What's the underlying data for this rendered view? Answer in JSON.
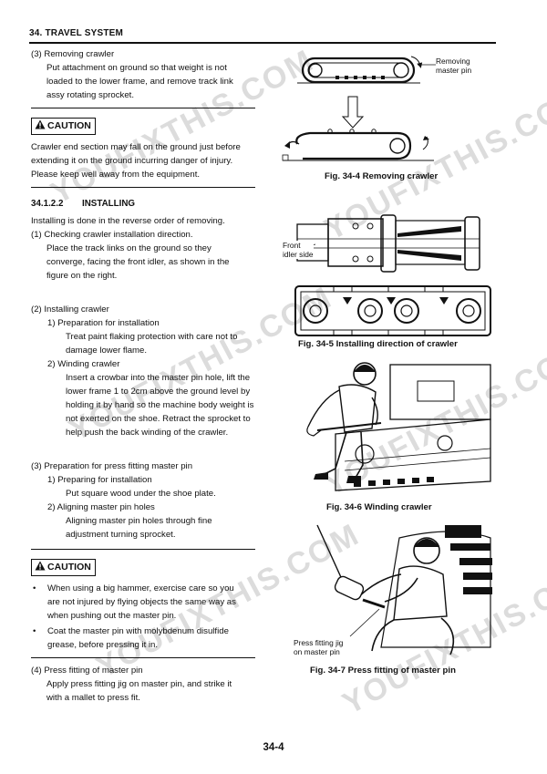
{
  "header": {
    "title": "34. TRAVEL SYSTEM"
  },
  "step3_removing": {
    "heading": "(3)  Removing crawler",
    "lines": [
      "Put attachment on ground so that weight is not",
      "loaded to the lower frame, and remove track link",
      "assy rotating sprocket."
    ]
  },
  "caution1": {
    "label": "CAUTION",
    "lines": [
      "Crawler end section may fall on the ground just before",
      "extending it on the ground incurring danger of injury.",
      "Please keep well away from the equipment."
    ]
  },
  "installing": {
    "number": "34.1.2.2",
    "title": "INSTALLING",
    "intro": "Installing is done in the reverse order of removing.",
    "step1": {
      "heading": "(1)  Checking crawler installation direction.",
      "lines": [
        "Place the track links on the ground so they",
        "converge, facing the front idler, as shown in the",
        "figure on the right."
      ]
    },
    "step2": {
      "heading": "(2)  Installing crawler",
      "sub1_heading": "1) Preparation for installation",
      "sub1_lines": [
        "Treat paint flaking protection with care not to",
        "damage lower flame."
      ],
      "sub2_heading": "2) Winding crawler",
      "sub2_lines": [
        "Insert a crowbar into the master pin hole, lift the",
        "lower frame 1 to 2cm above the ground level by",
        "holding it by hand so the machine body weight is",
        "not exerted on the shoe. Retract the sprocket to",
        "help push the back winding of the crawler."
      ]
    },
    "step3": {
      "heading": "(3)  Preparation for press fitting master pin",
      "sub1_heading": "1) Preparing for installation",
      "sub1_lines": [
        "Put square wood under the shoe plate."
      ],
      "sub2_heading": "2) Aligning master pin holes",
      "sub2_lines": [
        "Aligning master pin holes through fine",
        "adjustment turning sprocket."
      ]
    }
  },
  "caution2": {
    "label": "CAUTION",
    "bullets": [
      [
        "When using a big hammer, exercise care so you",
        "are not injured by flying objects the same way as",
        "when pushing out the master pin."
      ],
      [
        "Coat the master pin with molybdenum disulfide",
        "grease, before pressing it in."
      ]
    ]
  },
  "step4": {
    "heading": "(4)  Press fitting of master pin",
    "lines": [
      "Apply press fitting jig on master pin, and strike it",
      "with a mallet to press fit."
    ]
  },
  "figures": {
    "fig4": {
      "caption": "Fig. 34-4 Removing crawler",
      "label_line1": "Removing",
      "label_line2": "master pin"
    },
    "fig5": {
      "caption": "Fig. 34-5 Installing direction of crawler",
      "label_line1": "Front",
      "label_line2": "idler side"
    },
    "fig6": {
      "caption": "Fig. 34-6 Winding crawler"
    },
    "fig7": {
      "caption": "Fig. 34-7 Press fitting of master pin",
      "label_line1": "Press fitting jig",
      "label_line2": "on master pin"
    }
  },
  "watermark_text": "YOUFIXTHIS.COM",
  "page_number": "34-4"
}
